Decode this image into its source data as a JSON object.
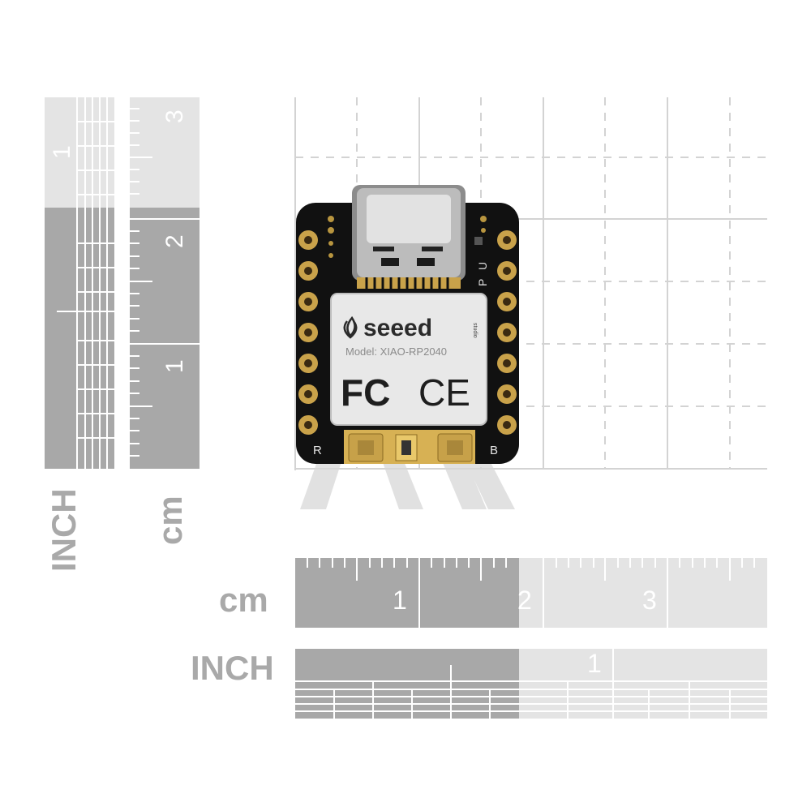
{
  "left_ruler": {
    "inch_ticks": [
      "1"
    ],
    "cm_ticks": [
      "1",
      "2",
      "3"
    ],
    "inch_label": "INCH",
    "cm_label": "cm"
  },
  "bottom_ruler": {
    "cm_label": "cm",
    "cm_ticks": [
      "1",
      "2",
      "3"
    ],
    "inch_label": "INCH",
    "inch_ticks": [
      "1"
    ]
  },
  "board": {
    "brand": "seeed",
    "brand_small": "studio",
    "model": "Model: XIAO-RP2040",
    "cert_fcc": "FC",
    "cert_ce": "CE",
    "label_power": "P",
    "label_user": "U",
    "label_reset": "R",
    "label_boot": "B"
  },
  "colors": {
    "ruler_dark": "#a6a6a6",
    "ruler_light": "#e5e5e5",
    "grid": "#d2d2d2",
    "pcb": "#101010",
    "gold": "#c9a24a",
    "shield": "#e6e6e6"
  }
}
